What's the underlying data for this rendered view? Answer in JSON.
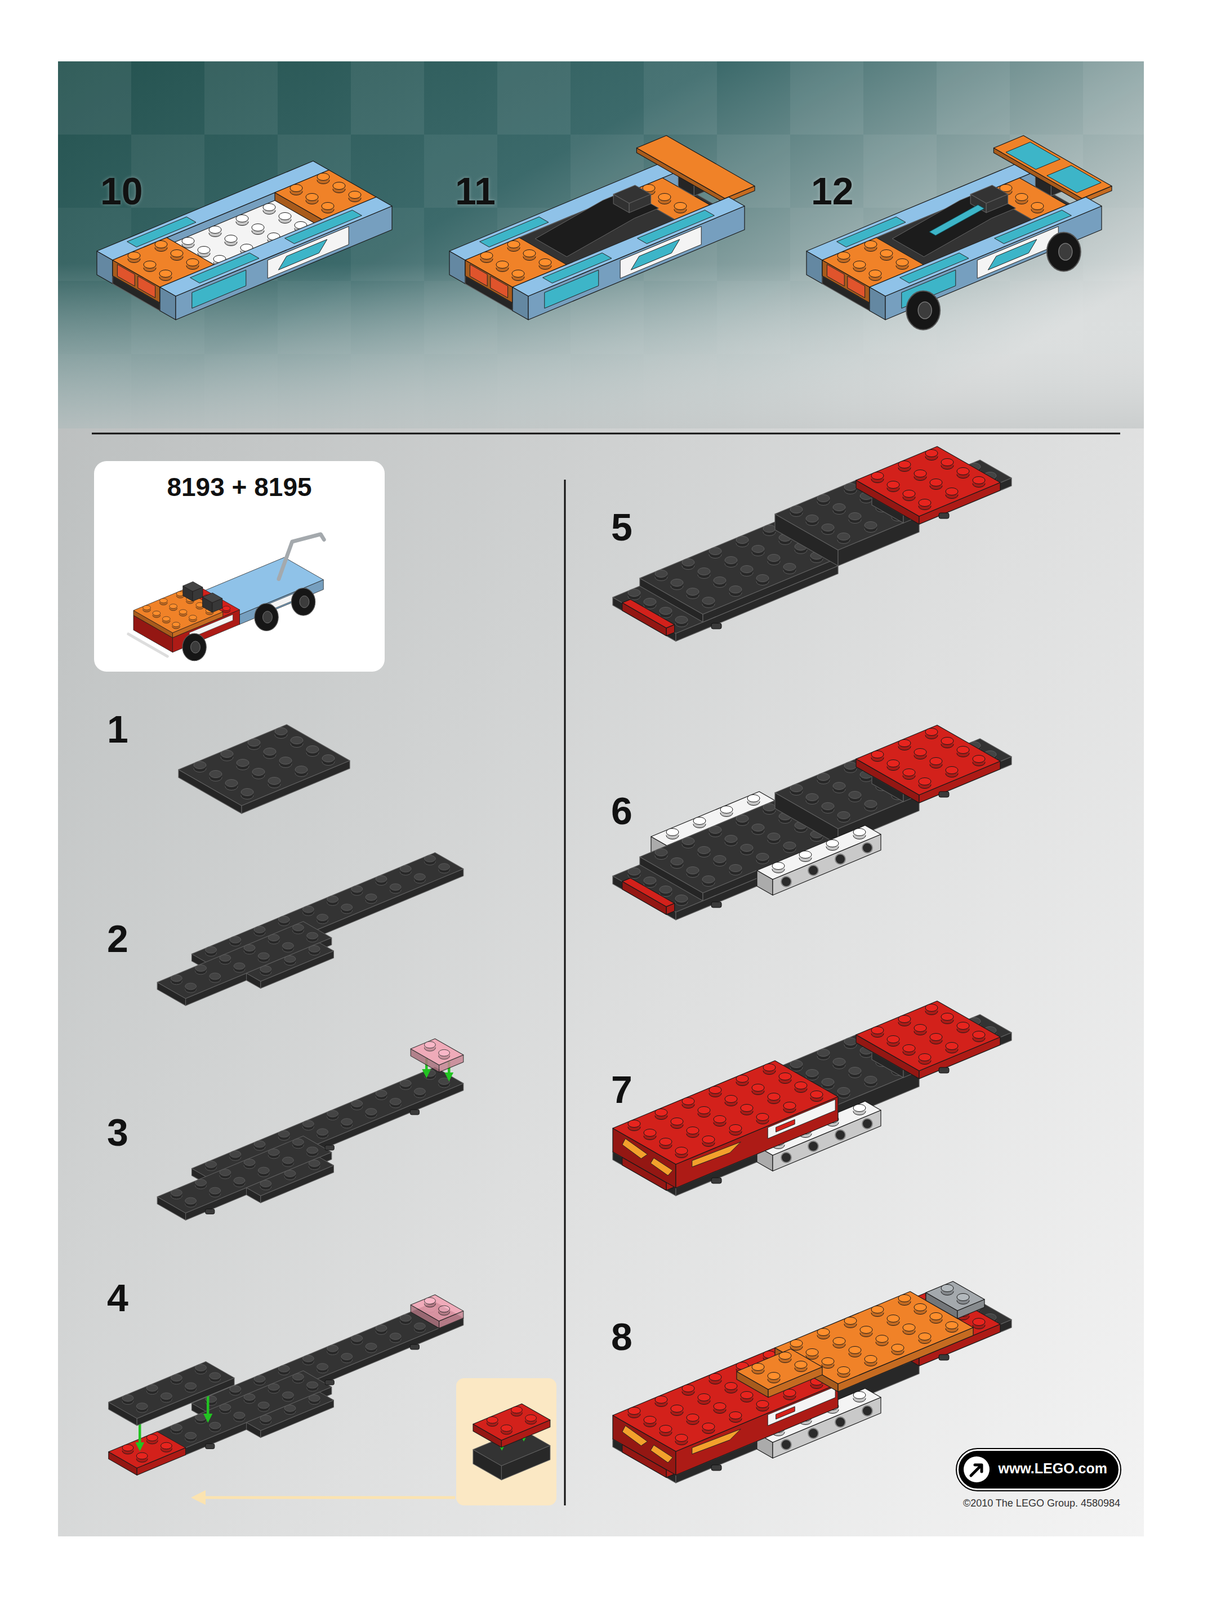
{
  "diagram": {
    "nodes": [
      {
        "text": [
          "8193 + 8195"
        ]
      },
      {
        "text": [
          "www.LEGO.com"
        ]
      }
    ],
    "labels": [
      "10",
      "11",
      "12",
      "1",
      "2",
      "3",
      "4",
      "5",
      "6",
      "7",
      "8",
      "©2010 The LEGO Group. 4580984"
    ]
  }
}
